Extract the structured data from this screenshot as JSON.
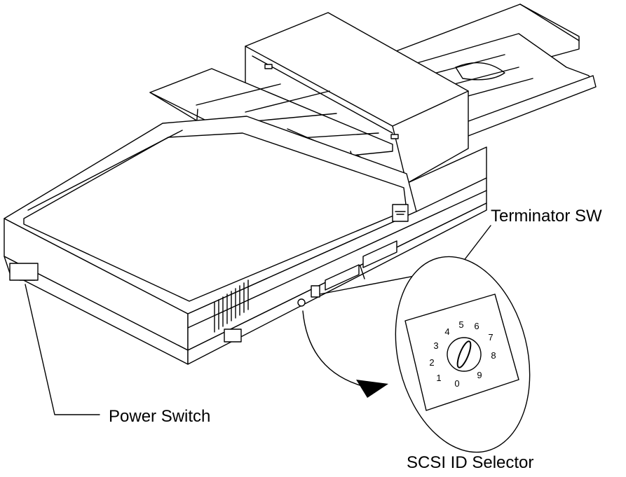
{
  "labels": {
    "terminator_sw": "Terminator SW",
    "power_switch": "Power Switch",
    "scsi_id_selector": "SCSI ID Selector"
  },
  "dial_numbers": [
    "0",
    "1",
    "2",
    "3",
    "4",
    "5",
    "6",
    "7",
    "8",
    "9"
  ],
  "colors": {
    "line": "#000000",
    "background": "#ffffff"
  }
}
